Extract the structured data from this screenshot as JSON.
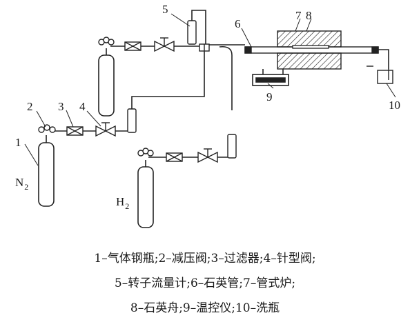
{
  "labels": {
    "n1": "1",
    "n2": "2",
    "n3": "3",
    "n4": "4",
    "n5": "5",
    "n6": "6",
    "n7": "7",
    "n8": "8",
    "n9": "9",
    "n10": "10"
  },
  "gases": {
    "n2_main": "N",
    "n2_sub": "2",
    "h2_main": "H",
    "h2_sub": "2"
  },
  "caption": {
    "line1": "1–气体钢瓶;2–减压阀;3–过滤器;4–针型阀;",
    "line2": "5–转子流量计;6–石英管;7–管式炉;",
    "line3": "8–石英舟;9–温控仪;10–洗瓶"
  }
}
